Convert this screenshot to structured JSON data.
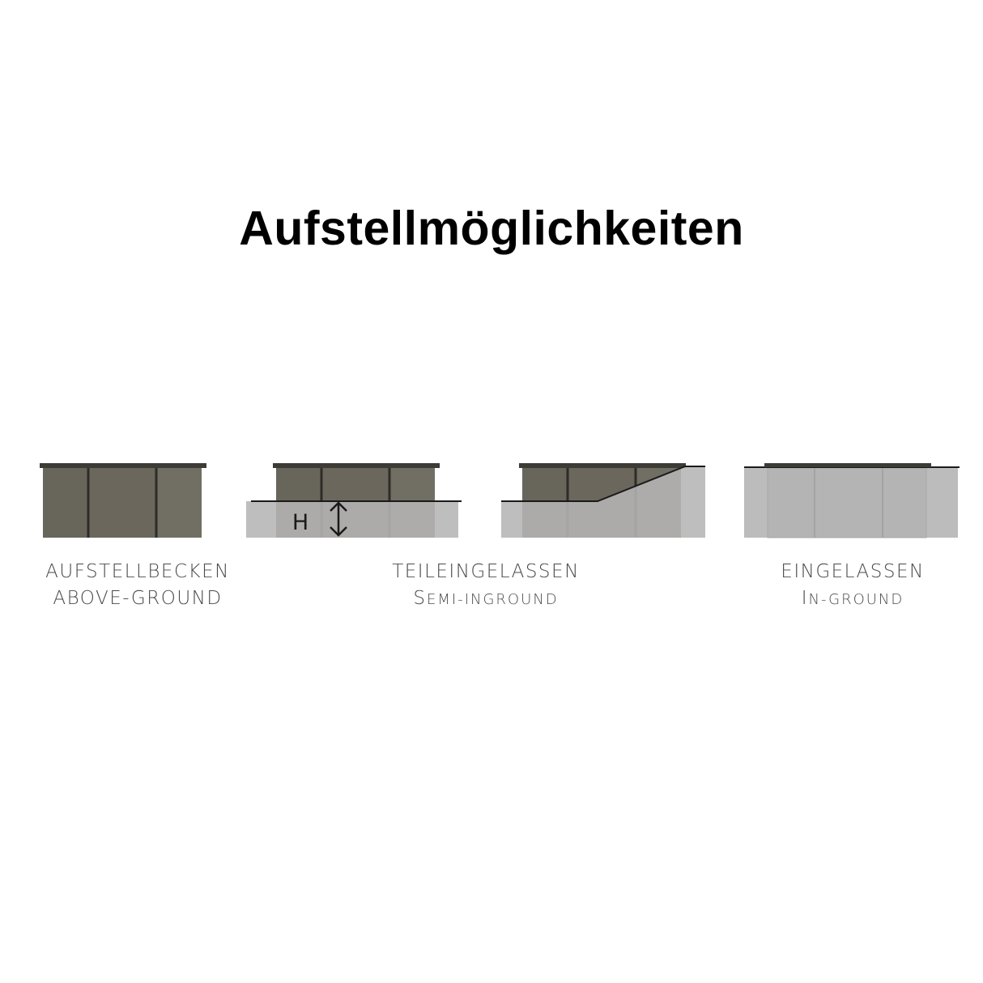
{
  "title": "Aufstellmöglichkeiten",
  "options": [
    {
      "id": "above",
      "label_de": "AUFSTELLBECKEN",
      "label_en": "ABOVE-GROUND"
    },
    {
      "id": "semi",
      "label_de": "TEILEINGELASSEN",
      "label_en_first": "S",
      "label_en_rest": "emi-inground"
    },
    {
      "id": "in",
      "label_de": "EINGELASSEN",
      "label_en_first": "I",
      "label_en_rest": "n-ground"
    }
  ],
  "height_marker": "H",
  "colors": {
    "pool_wall": "#6b675d",
    "pool_rim": "#3d3b36",
    "ground": "#b5b5b5",
    "ground_line": "#1a1a1a",
    "caption_text": "#4a4a4a"
  }
}
